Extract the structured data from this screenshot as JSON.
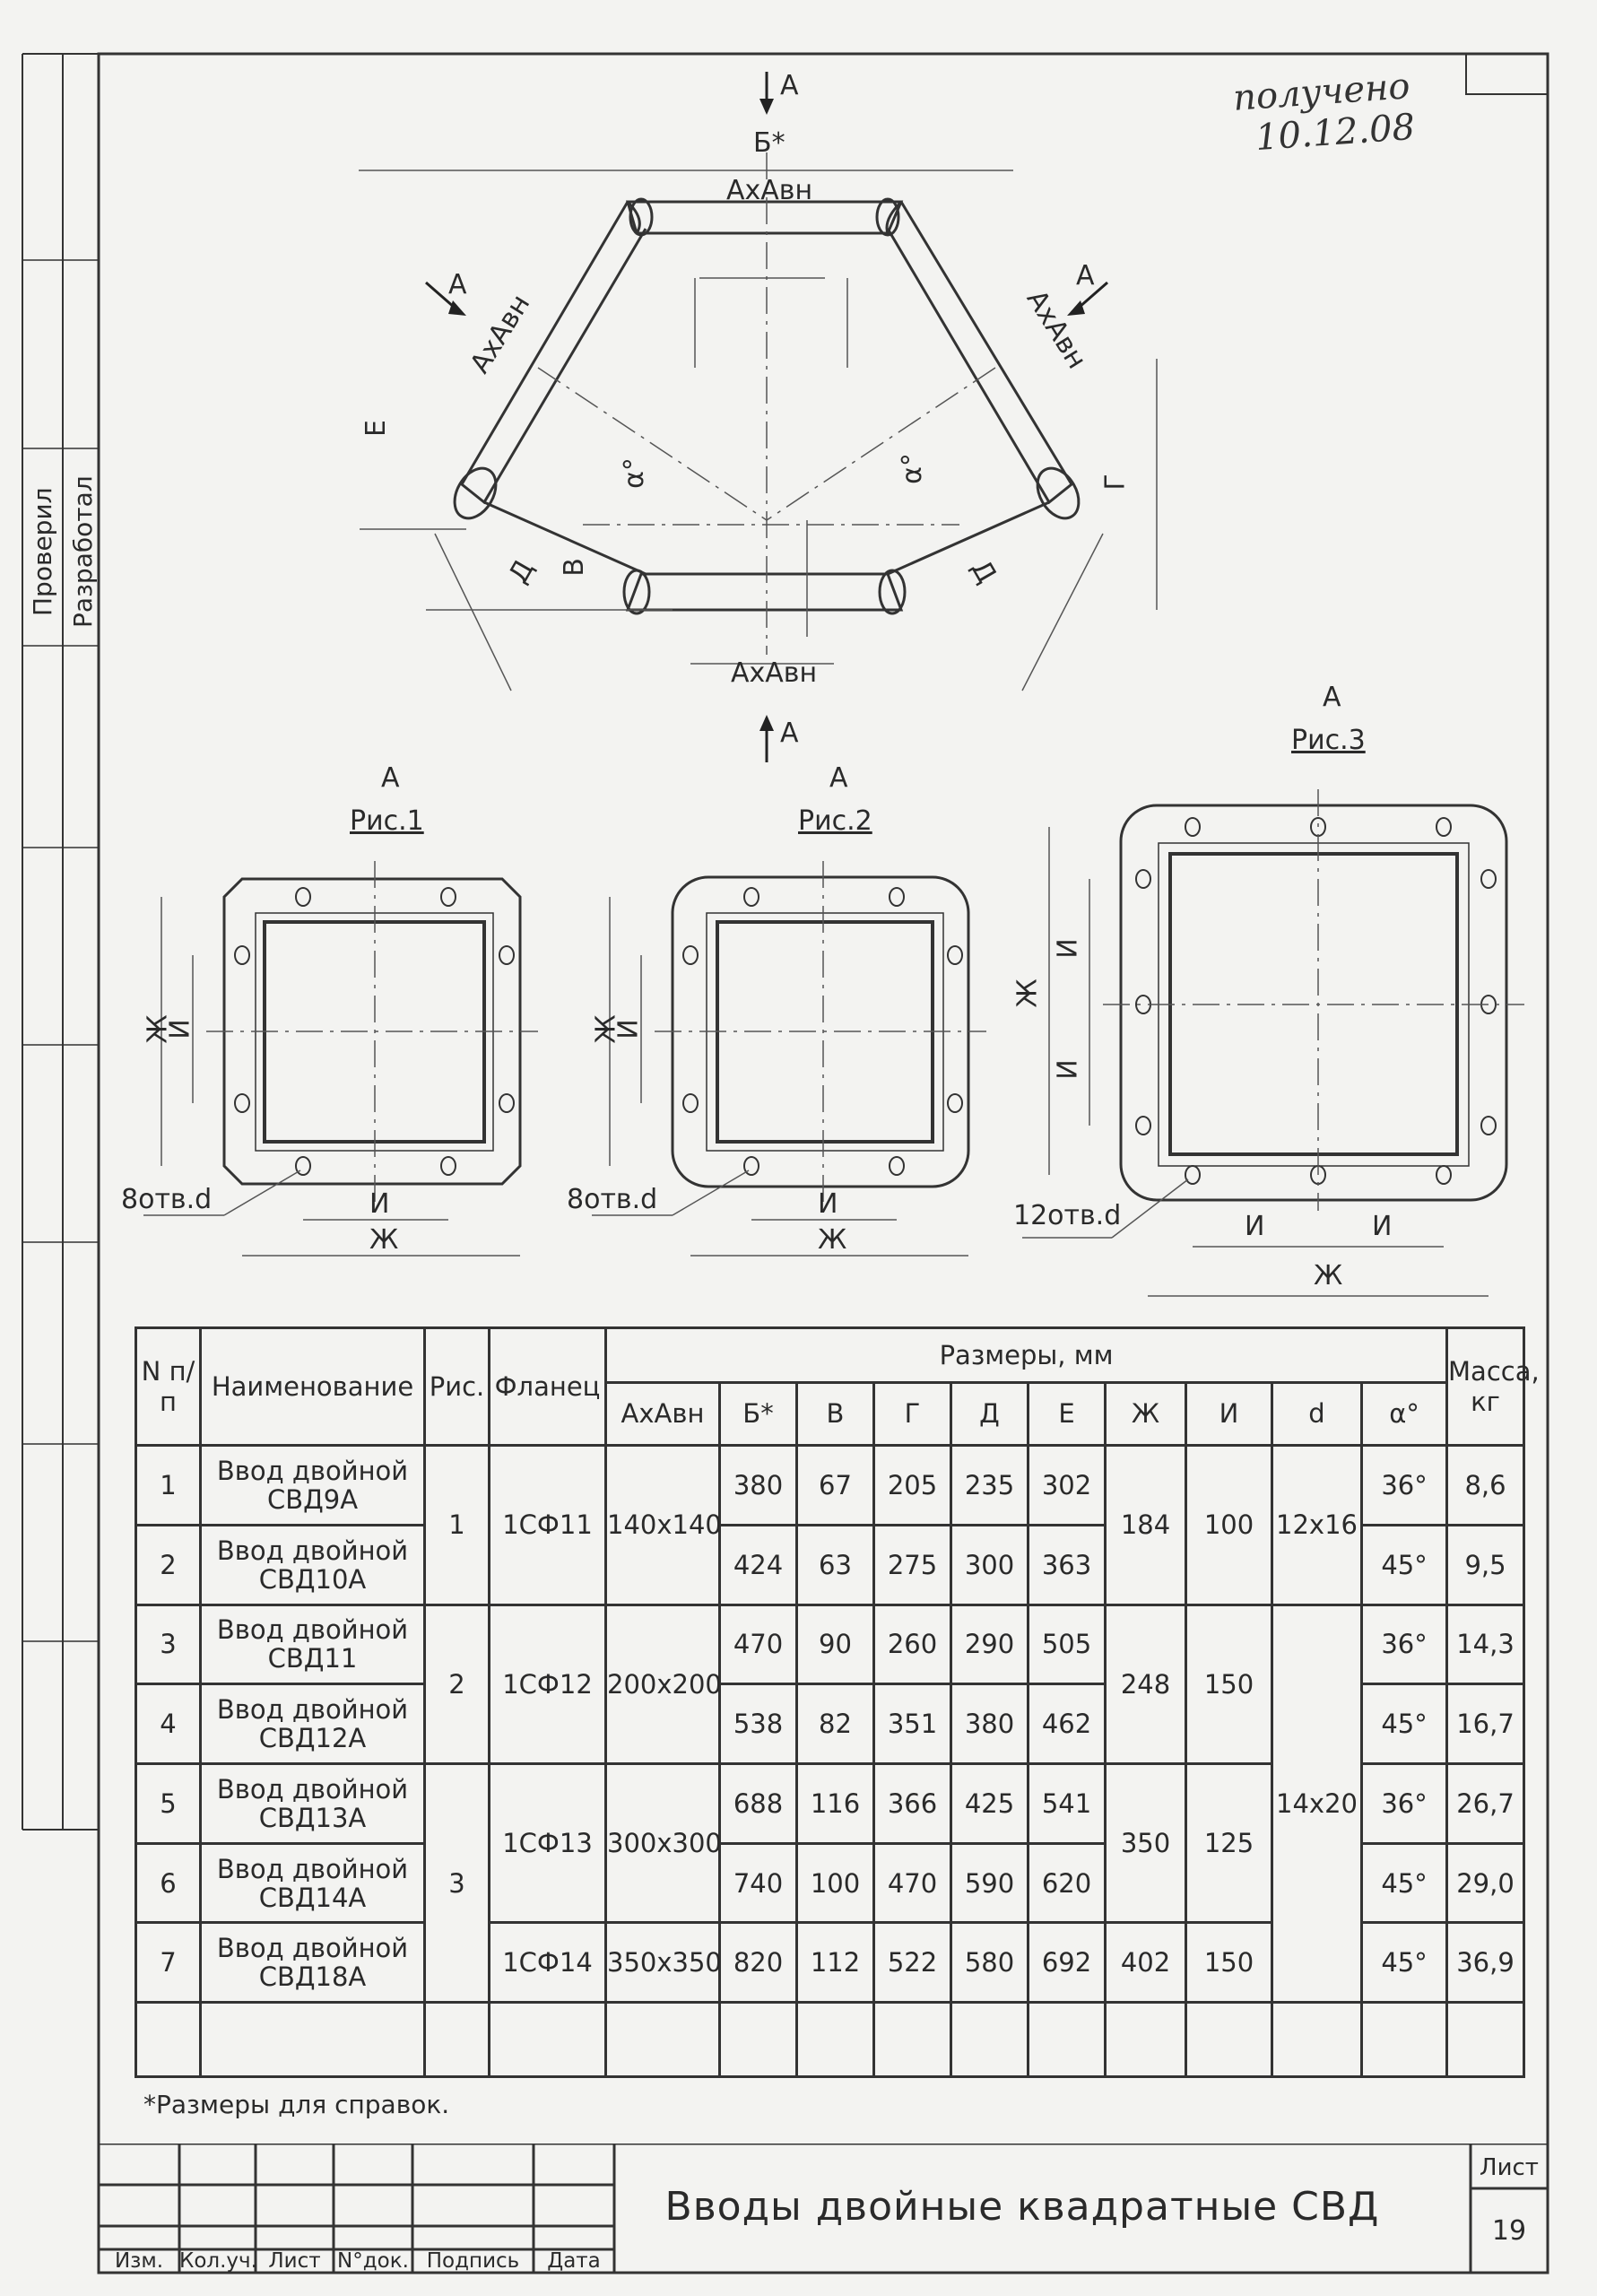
{
  "stamp": {
    "line1": "получено",
    "line2": "10.12.08"
  },
  "side_labels": [
    "Проверил",
    "Разработал"
  ],
  "main_view": {
    "section_mark": "А",
    "dims": {
      "b": "Б*",
      "axa": "АхАвн",
      "e": "Е",
      "v": "В",
      "g": "Г",
      "d": "Д",
      "alpha": "α°"
    }
  },
  "figures": [
    {
      "view": "А",
      "caption": "Рис.1",
      "holes": "8отв.d",
      "dim_i": "И",
      "dim_zh": "Ж"
    },
    {
      "view": "А",
      "caption": "Рис.2",
      "holes": "8отв.d",
      "dim_i": "И",
      "dim_zh": "Ж"
    },
    {
      "view": "А",
      "caption": "Рис.3",
      "holes": "12отв.d",
      "dim_i": "И",
      "dim_zh": "Ж"
    }
  ],
  "table": {
    "headers": {
      "num": "N п/п",
      "name": "Наименование",
      "fig": "Рис.",
      "flange": "Фланец",
      "sizes": "Размеры, мм",
      "mass": "Масса, кг",
      "axa": "АхАвн",
      "b": "Б*",
      "v": "В",
      "g": "Г",
      "d": "Д",
      "e": "Е",
      "zh": "Ж",
      "i": "И",
      "dd": "d",
      "alpha": "α°"
    },
    "rows": [
      {
        "n": "1",
        "name1": "Ввод двойной",
        "name2": "СВД9А",
        "b": "380",
        "v": "67",
        "g": "205",
        "d": "235",
        "e": "302",
        "alpha": "36°",
        "mass": "8,6"
      },
      {
        "n": "2",
        "name1": "Ввод двойной",
        "name2": "СВД10А",
        "b": "424",
        "v": "63",
        "g": "275",
        "d": "300",
        "e": "363",
        "alpha": "45°",
        "mass": "9,5"
      },
      {
        "n": "3",
        "name1": "Ввод двойной",
        "name2": "СВД11",
        "b": "470",
        "v": "90",
        "g": "260",
        "d": "290",
        "e": "505",
        "alpha": "36°",
        "mass": "14,3"
      },
      {
        "n": "4",
        "name1": "Ввод двойной",
        "name2": "СВД12А",
        "b": "538",
        "v": "82",
        "g": "351",
        "d": "380",
        "e": "462",
        "alpha": "45°",
        "mass": "16,7"
      },
      {
        "n": "5",
        "name1": "Ввод двойной",
        "name2": "СВД13А",
        "b": "688",
        "v": "116",
        "g": "366",
        "d": "425",
        "e": "541",
        "alpha": "36°",
        "mass": "26,7"
      },
      {
        "n": "6",
        "name1": "Ввод двойной",
        "name2": "СВД14А",
        "b": "740",
        "v": "100",
        "g": "470",
        "d": "590",
        "e": "620",
        "alpha": "45°",
        "mass": "29,0"
      },
      {
        "n": "7",
        "name1": "Ввод двойной",
        "name2": "СВД18А",
        "b": "820",
        "v": "112",
        "g": "522",
        "d": "580",
        "e": "692",
        "alpha": "45°",
        "mass": "36,9"
      }
    ],
    "groups": {
      "fig": [
        "1",
        "2",
        "3"
      ],
      "flange": [
        "1СФ11",
        "1СФ12",
        "1СФ13",
        "1СФ14"
      ],
      "axa": [
        "140х140",
        "200х200",
        "300х300",
        "350х350"
      ],
      "zh": [
        "184",
        "248",
        "350",
        "402"
      ],
      "i": [
        "100",
        "150",
        "125",
        "150"
      ],
      "dd": [
        "12х16",
        "14х20"
      ]
    }
  },
  "footnote": "*Размеры для справок.",
  "title_block": {
    "labels": [
      "Изм.",
      "Кол.уч.",
      "Лист",
      "N°док.",
      "Подпись",
      "Дата"
    ],
    "title": "Вводы двойные квадратные СВД",
    "sheet_label": "Лист",
    "sheet_number": "19"
  }
}
